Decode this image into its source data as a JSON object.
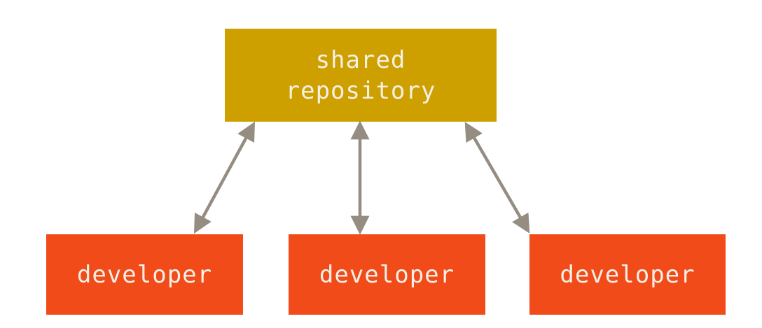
{
  "colors": {
    "repository": "#cda000",
    "developer": "#f04b19",
    "arrow": "#958d82",
    "text": "#f5f0e6"
  },
  "repository": {
    "label": "shared\nrepository"
  },
  "developers": [
    {
      "label": "developer"
    },
    {
      "label": "developer"
    },
    {
      "label": "developer"
    }
  ]
}
